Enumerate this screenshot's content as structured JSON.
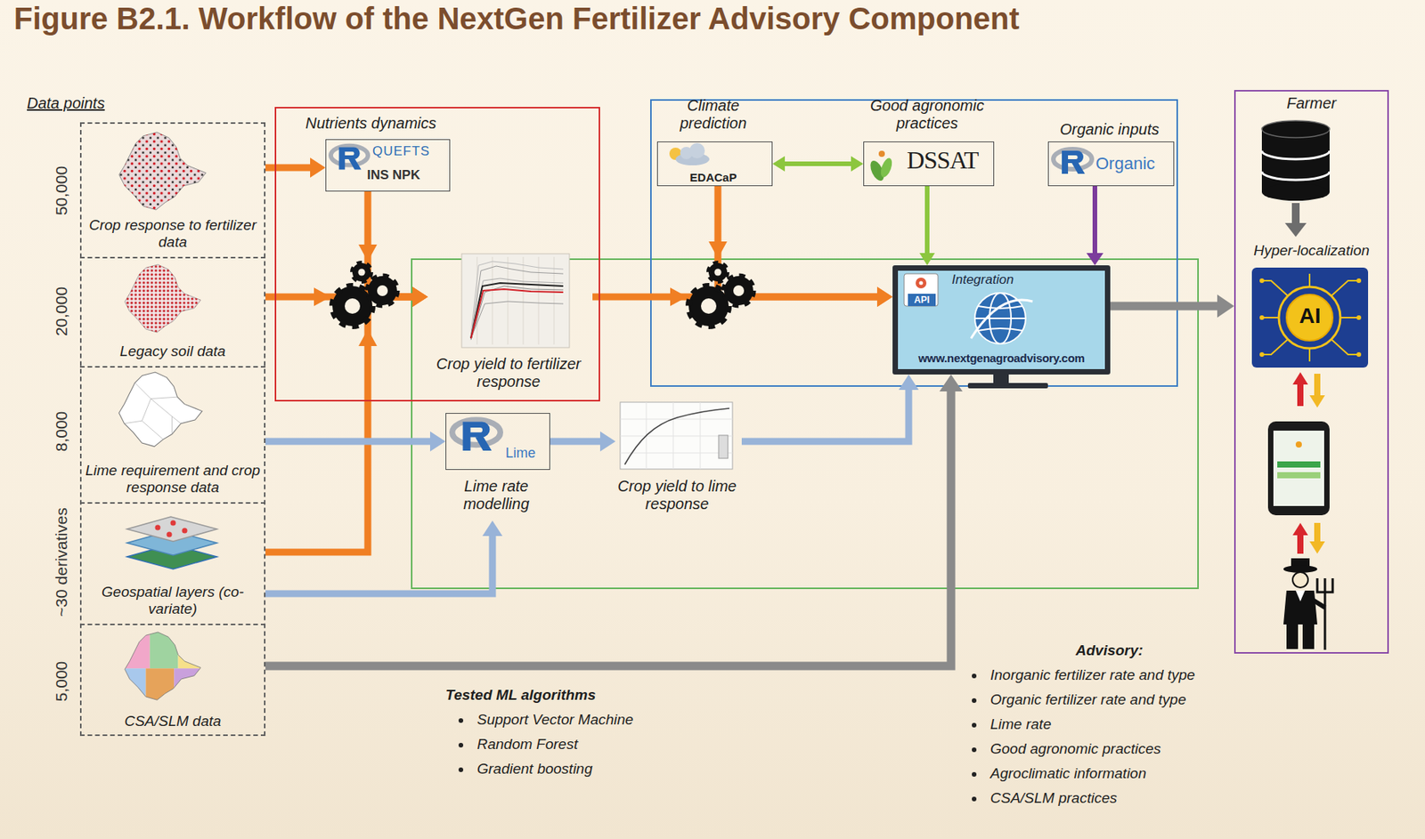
{
  "diagram": {
    "title": "Figure B2.1. Workflow of the NextGen Fertilizer Advisory Component",
    "nodes": [
      {
        "text": [
          "Data points"
        ]
      },
      {
        "text": [
          "Crop response to fertilizer data"
        ],
        "in": 0
      },
      {
        "text": [
          "Legacy soil data"
        ],
        "in": 0
      },
      {
        "text": [
          "Lime requirement and crop response data"
        ],
        "in": 0
      },
      {
        "text": [
          "Geospatial layers (co-variate)"
        ],
        "in": 0
      },
      {
        "text": [
          "CSA/SLM data"
        ],
        "in": 0
      },
      {
        "text": [
          "Nutrients dynamics"
        ]
      },
      {
        "text": [
          "QUEFTS",
          "INS NPK"
        ],
        "in": 6
      },
      {
        "text": [
          "Crop yield to fertilizer response"
        ],
        "in": 6
      },
      {
        "text": [
          "Climate prediction",
          "EDACaP"
        ]
      },
      {
        "text": [
          "Good agronomic practices",
          "DSSAT"
        ]
      },
      {
        "text": [
          "Organic inputs",
          "Organic"
        ]
      },
      {
        "text": [
          "Integration",
          "API",
          "www.nextgenagroadvisory.com"
        ]
      },
      {
        "text": [
          "Lime",
          "Lime rate modelling"
        ]
      },
      {
        "text": [
          "Crop yield to lime response"
        ]
      },
      {
        "text": [
          "Farmer",
          "Hyper-localization"
        ]
      },
      {
        "text": [
          "AI"
        ],
        "in": 15
      }
    ],
    "edges": [
      {
        "from": 1,
        "to": 7,
        "arrow": "to"
      },
      {
        "from": 7,
        "to": 8,
        "arrow": "to"
      },
      {
        "from": 2,
        "to": 8,
        "arrow": "to"
      },
      {
        "from": 4,
        "to": 8,
        "arrow": "to"
      },
      {
        "from": 8,
        "to": 12,
        "arrow": "to"
      },
      {
        "from": 9,
        "to": 12,
        "arrow": "to"
      },
      {
        "from": 9,
        "to": 10,
        "arrow": "both"
      },
      {
        "from": 10,
        "to": 12,
        "arrow": "to"
      },
      {
        "from": 11,
        "to": 12,
        "arrow": "to"
      },
      {
        "from": 3,
        "to": 13,
        "arrow": "to"
      },
      {
        "from": 4,
        "to": 13,
        "arrow": "to"
      },
      {
        "from": 13,
        "to": 14,
        "arrow": "to"
      },
      {
        "from": 14,
        "to": 12,
        "arrow": "to"
      },
      {
        "from": 5,
        "to": 12,
        "arrow": "to"
      },
      {
        "from": 12,
        "to": 15,
        "arrow": "to"
      }
    ],
    "labels": [
      "50,000",
      "20,000",
      "8,000",
      "~30 derivatives",
      "5,000",
      "Tested ML algorithms",
      "Support Vector Machine",
      "Random Forest",
      "Gradient boosting",
      "Advisory:",
      "Inorganic fertilizer rate and type",
      "Organic fertilizer rate and type",
      "Lime rate",
      "Good agronomic practices",
      "Agroclimatic information",
      "CSA/SLM practices"
    ]
  }
}
